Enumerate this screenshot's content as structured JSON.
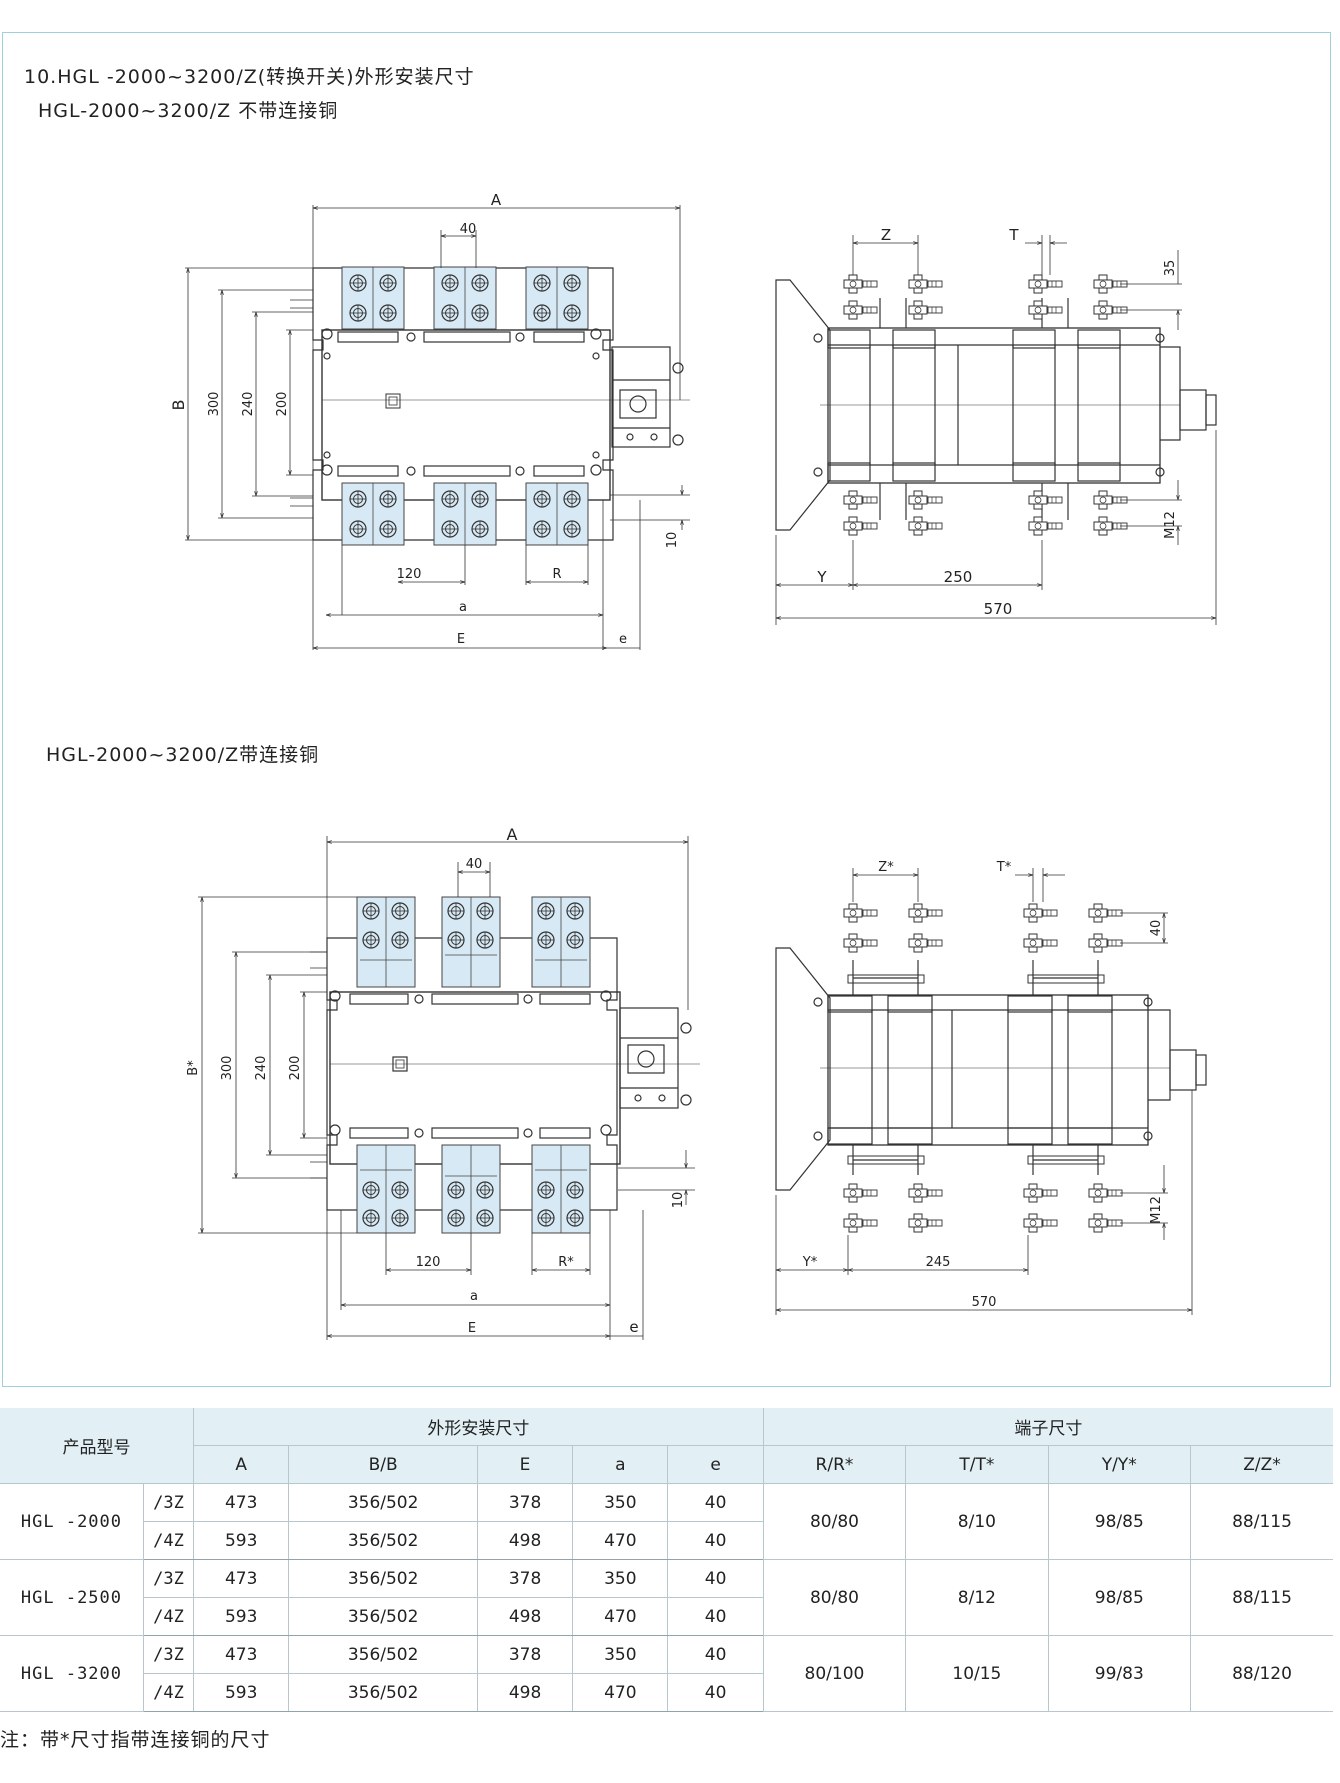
{
  "headings": {
    "section": "10.HGL -2000~3200/Z(转换开关)外形安装尺寸",
    "without_copper": "HGL-2000~3200/Z 不带连接铜",
    "with_copper": "HGL-2000~3200/Z带连接铜"
  },
  "drawing1_front": {
    "A": "A",
    "B": "B",
    "d40": "40",
    "d300": "300",
    "d240": "240",
    "d200": "200",
    "d120": "120",
    "R": "R",
    "a": "a",
    "E": "E",
    "e": "e",
    "d10": "10"
  },
  "drawing1_side": {
    "Z": "Z",
    "T": "T",
    "d35": "35",
    "M12": "M12",
    "Y": "Y",
    "d250": "250",
    "d570": "570"
  },
  "drawing2_front": {
    "A": "A",
    "B": "B*",
    "d40": "40",
    "d300": "300",
    "d240": "240",
    "d200": "200",
    "d120": "120",
    "R": "R*",
    "a": "a",
    "E": "E",
    "e": "e",
    "d10": "10"
  },
  "drawing2_side": {
    "Z": "Z*",
    "T": "T*",
    "d40": "40",
    "M12": "M12",
    "Y": "Y*",
    "d245": "245",
    "d570": "570"
  },
  "table": {
    "model_header": "产品型号",
    "group_outline": "外形安装尺寸",
    "group_terminal": "端子尺寸",
    "cols": [
      "A",
      "B/B",
      "E",
      "a",
      "e",
      "R/R*",
      "T/T*",
      "Y/Y*",
      "Z/Z*"
    ],
    "rows": [
      {
        "model": "HGL -2000",
        "variants": [
          {
            "v": "/3Z",
            "A": "473",
            "B": "356/502",
            "E": "378",
            "a": "350",
            "e": "40"
          },
          {
            "v": "/4Z",
            "A": "593",
            "B": "356/502",
            "E": "498",
            "a": "470",
            "e": "40"
          }
        ],
        "R": "80/80",
        "T": "8/10",
        "Y": "98/85",
        "Z": "88/115"
      },
      {
        "model": "HGL -2500",
        "variants": [
          {
            "v": "/3Z",
            "A": "473",
            "B": "356/502",
            "E": "378",
            "a": "350",
            "e": "40"
          },
          {
            "v": "/4Z",
            "A": "593",
            "B": "356/502",
            "E": "498",
            "a": "470",
            "e": "40"
          }
        ],
        "R": "80/80",
        "T": "8/12",
        "Y": "98/85",
        "Z": "88/115"
      },
      {
        "model": "HGL -3200",
        "variants": [
          {
            "v": "/3Z",
            "A": "473",
            "B": "356/502",
            "E": "378",
            "a": "350",
            "e": "40"
          },
          {
            "v": "/4Z",
            "A": "593",
            "B": "356/502",
            "E": "498",
            "a": "470",
            "e": "40"
          }
        ],
        "R": "80/100",
        "T": "10/15",
        "Y": "99/83",
        "Z": "88/120"
      }
    ]
  },
  "note": "注：带*尺寸指带连接铜的尺寸",
  "colors": {
    "terminal_fill": "#d7e9f4",
    "frame": "#9fd0dc",
    "header_bg": "#e2f0f5"
  }
}
